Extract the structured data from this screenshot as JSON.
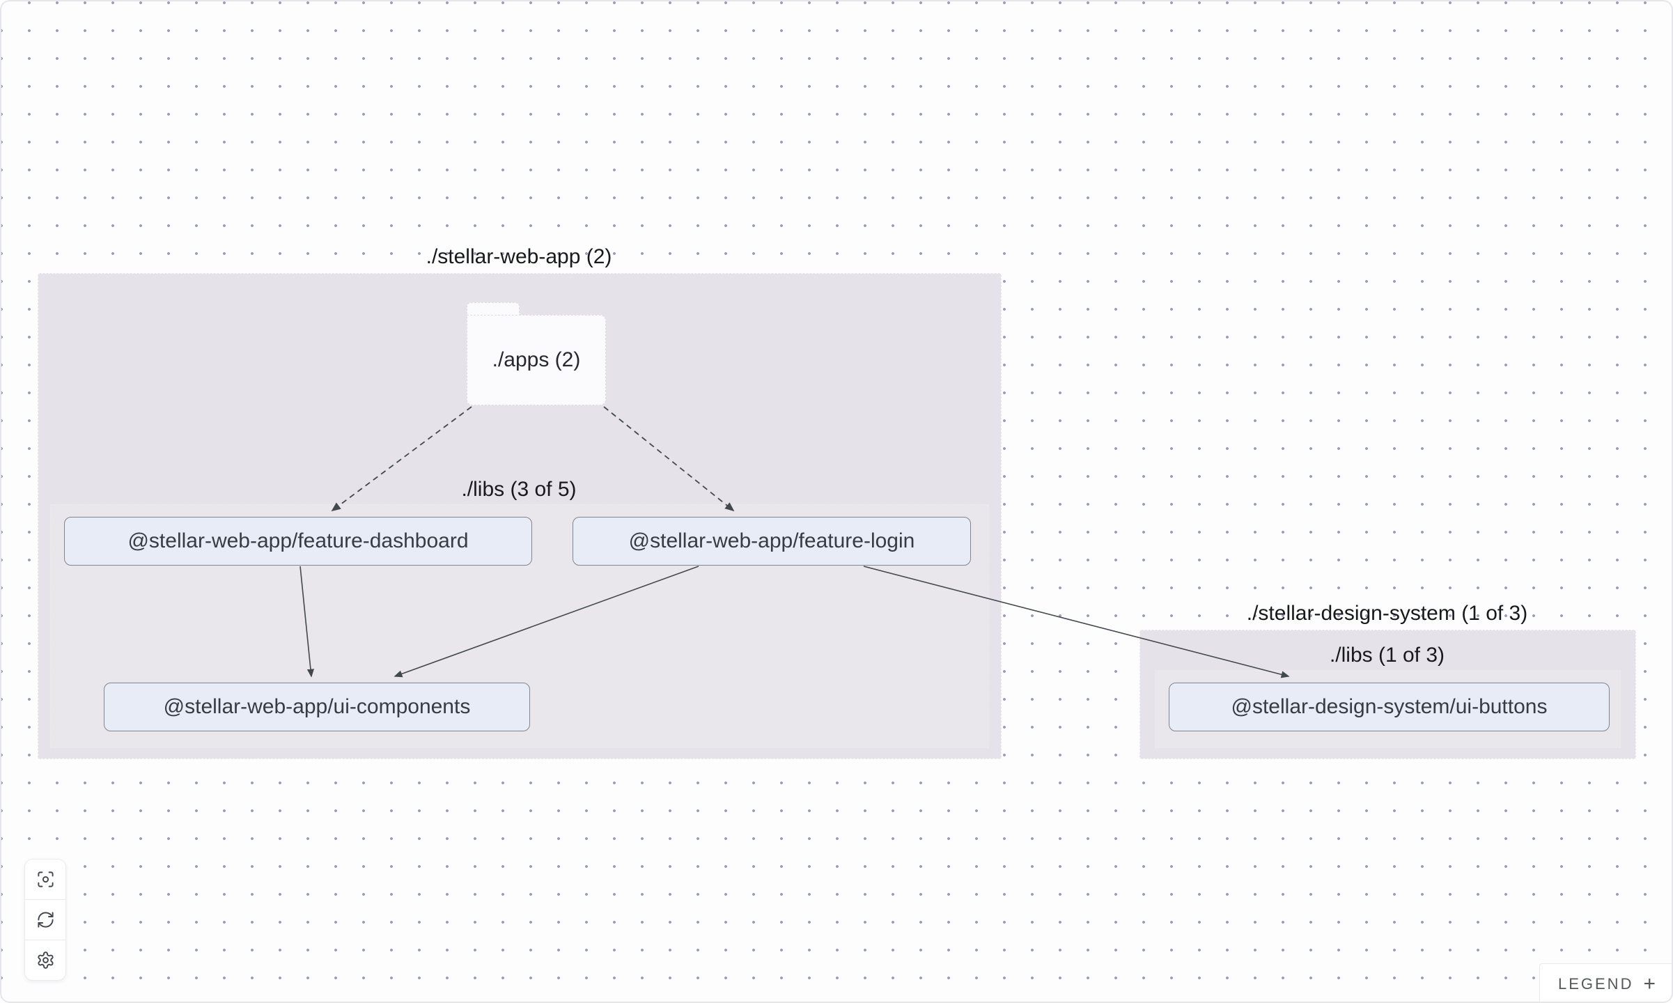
{
  "groups": {
    "stellar_web_app": {
      "title": "./stellar-web-app (2)",
      "apps_folder": {
        "label": "./apps (2)"
      },
      "libs_label": "./libs (3 of 5)"
    },
    "stellar_design_system": {
      "title": "./stellar-design-system (1 of 3)",
      "libs_label": "./libs (1 of 3)"
    }
  },
  "nodes": {
    "feature_dashboard": "@stellar-web-app/feature-dashboard",
    "feature_login": "@stellar-web-app/feature-login",
    "ui_components": "@stellar-web-app/ui-components",
    "ui_buttons": "@stellar-design-system/ui-buttons"
  },
  "edges": [
    {
      "from": "./apps",
      "to": "@stellar-web-app/feature-dashboard",
      "style": "dashed"
    },
    {
      "from": "./apps",
      "to": "@stellar-web-app/feature-login",
      "style": "dashed"
    },
    {
      "from": "@stellar-web-app/feature-dashboard",
      "to": "@stellar-web-app/ui-components",
      "style": "solid"
    },
    {
      "from": "@stellar-web-app/feature-login",
      "to": "@stellar-web-app/ui-components",
      "style": "solid"
    },
    {
      "from": "@stellar-web-app/feature-login",
      "to": "@stellar-design-system/ui-buttons",
      "style": "solid"
    }
  ],
  "toolbar": {
    "buttons": [
      {
        "icon": "focus-icon"
      },
      {
        "icon": "refresh-icon"
      },
      {
        "icon": "settings-icon"
      }
    ]
  },
  "legend": {
    "label": "LEGEND",
    "toggle": "+"
  },
  "colors": {
    "canvas_bg": "#fdfdfe",
    "dot": "#9aa4b6",
    "group_fill": "#e5e3e9",
    "node_fill": "#e8ecf6",
    "node_border": "#80858f",
    "edge": "#43474e",
    "folder_fill": "#fbfafc",
    "text": "#17191d"
  }
}
